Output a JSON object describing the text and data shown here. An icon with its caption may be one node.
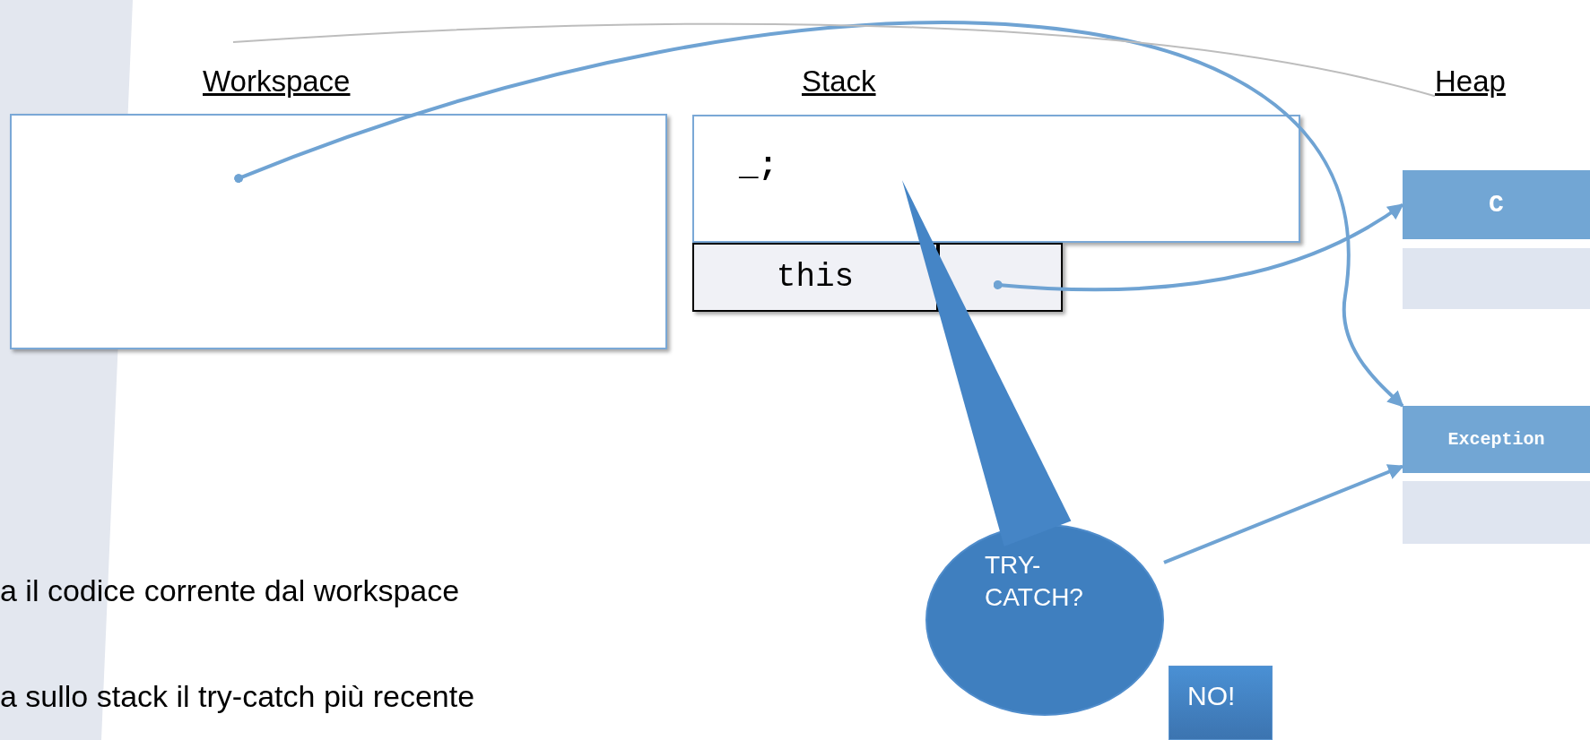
{
  "diagram": {
    "nodes": [
      {
        "text": [
          "Workspace"
        ]
      },
      {
        "text": [
          "Stack",
          "_;"
        ]
      },
      {
        "text": [
          "this"
        ]
      },
      {
        "text": [],
        "shape": "box"
      },
      {
        "text": [
          "Heap"
        ]
      },
      {
        "text": [
          "C"
        ]
      },
      {
        "text": [],
        "shape": "box"
      },
      {
        "text": [
          "Exception"
        ]
      },
      {
        "text": [],
        "shape": "box"
      },
      {
        "text": [
          "TRY- CATCH?"
        ]
      },
      {
        "text": [
          "NO!"
        ]
      }
    ],
    "edges": [
      {
        "from": 0,
        "to": 7,
        "arrow": "to"
      },
      {
        "from": 3,
        "to": 5,
        "arrow": "to"
      },
      {
        "from": 9,
        "to": 7,
        "arrow": "to"
      },
      {
        "from": null,
        "to": 4,
        "arrow": "none",
        "color": "#bdbdbd"
      },
      {
        "from": 9,
        "to": 1,
        "arrow": "none",
        "style": "thick",
        "color": "#4585c6"
      }
    ],
    "labels": [
      "a il codice corrente dal workspace",
      "a sullo stack il try-catch più recente"
    ]
  }
}
